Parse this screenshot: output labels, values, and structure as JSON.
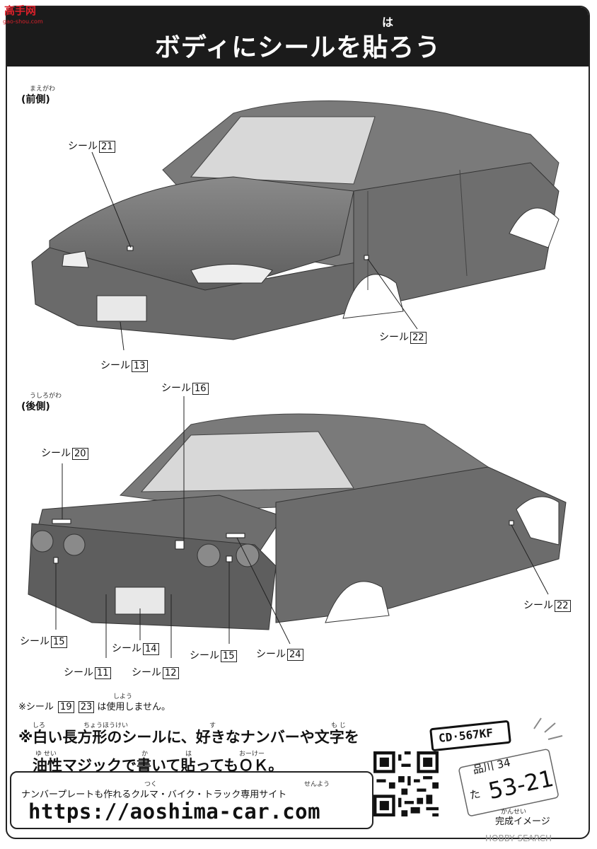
{
  "logo": {
    "text": "高手网",
    "sub": "gao-shou.com"
  },
  "header": {
    "title": "ボディにシールを貼ろう",
    "ruby": "は"
  },
  "front": {
    "ruby": "まえがわ",
    "label": "(前側)",
    "callouts": [
      {
        "text": "シール",
        "num": "21"
      },
      {
        "text": "シール",
        "num": "22"
      },
      {
        "text": "シール",
        "num": "13"
      }
    ]
  },
  "rear": {
    "ruby": "うしろがわ",
    "label": "(後側)",
    "callouts": [
      {
        "text": "シール",
        "num": "16"
      },
      {
        "text": "シール",
        "num": "20"
      },
      {
        "text": "シール",
        "num": "22"
      },
      {
        "text": "シール",
        "num": "15"
      },
      {
        "text": "シール",
        "num": "14"
      },
      {
        "text": "シール",
        "num": "15"
      },
      {
        "text": "シール",
        "num": "24"
      },
      {
        "text": "シール",
        "num": "11"
      },
      {
        "text": "シール",
        "num": "12"
      }
    ]
  },
  "unused_note": {
    "prefix": "※シール",
    "num_a": "19",
    "num_b": "23",
    "ruby": "しよう",
    "suffix": "は使用しません。"
  },
  "tip": {
    "line1": "※白い長方形のシールに、好きなナンバーや文字を",
    "line2": "油性マジックで書いて貼ってもＯＫ。",
    "ruby_line1": [
      "しろ",
      "ちょうほうけい",
      "す",
      "も じ"
    ],
    "ruby_line2": [
      "ゆ せい",
      "か",
      "は",
      "おーけー"
    ]
  },
  "site": {
    "label": "ナンバープレートも作れるクルマ・バイク・トラック専用サイト",
    "ruby_a": "つく",
    "ruby_b": "せんよう",
    "url": "https://aoshima-car.com"
  },
  "plates": {
    "plate1": "CD·567KF",
    "plate2_top": "品川 34",
    "plate2_kana": "た",
    "plate2_num": "53-21"
  },
  "complete": {
    "ruby": "かんせい",
    "label": "完成イメージ"
  },
  "watermark": "HOBBY SEARCH"
}
